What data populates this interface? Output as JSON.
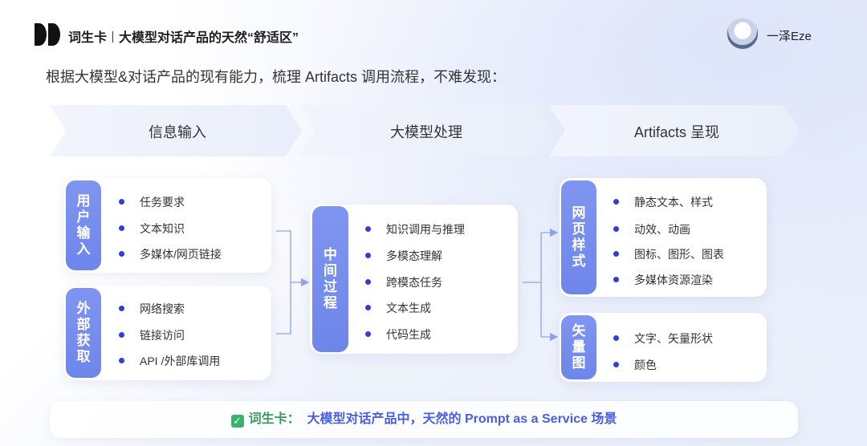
{
  "header": {
    "brand": "词生卡",
    "subtitle": "大模型对话产品的天然“舒适区”",
    "author": "一泽Eze"
  },
  "intro": "根据大模型&对话产品的现有能力，梳理 Artifacts 调用流程，不难发现：",
  "stages": [
    "信息输入",
    "大模型处理",
    "Artifacts 呈现"
  ],
  "input": {
    "user": {
      "label": "用户输入",
      "items": [
        "任务要求",
        "文本知识",
        "多媒体/网页链接"
      ]
    },
    "external": {
      "label": "外部获取",
      "items": [
        "网络搜索",
        "链接访问",
        "API /外部库调用"
      ]
    }
  },
  "process": {
    "label": "中间过程",
    "items": [
      "知识调用与推理",
      "多模态理解",
      "跨模态任务",
      "文本生成",
      "代码生成"
    ]
  },
  "output": {
    "web": {
      "label": "网页样式",
      "items": [
        "静态文本、样式",
        "动效、动画",
        "图标、图形、图表",
        "多媒体资源渲染"
      ]
    },
    "vector": {
      "label": "矢量图",
      "items": [
        "文字、矢量形状",
        "颜色"
      ]
    }
  },
  "footer": {
    "tag": "词生卡：",
    "text": "大模型对话产品中，天然的 Prompt as a Service 场景"
  },
  "colors": {
    "accent": "#7088ec",
    "bullet": "#2f3fd6",
    "connector": "#8fa2ee",
    "footer_text": "#4a5fe0",
    "check": "#3bb36b"
  }
}
